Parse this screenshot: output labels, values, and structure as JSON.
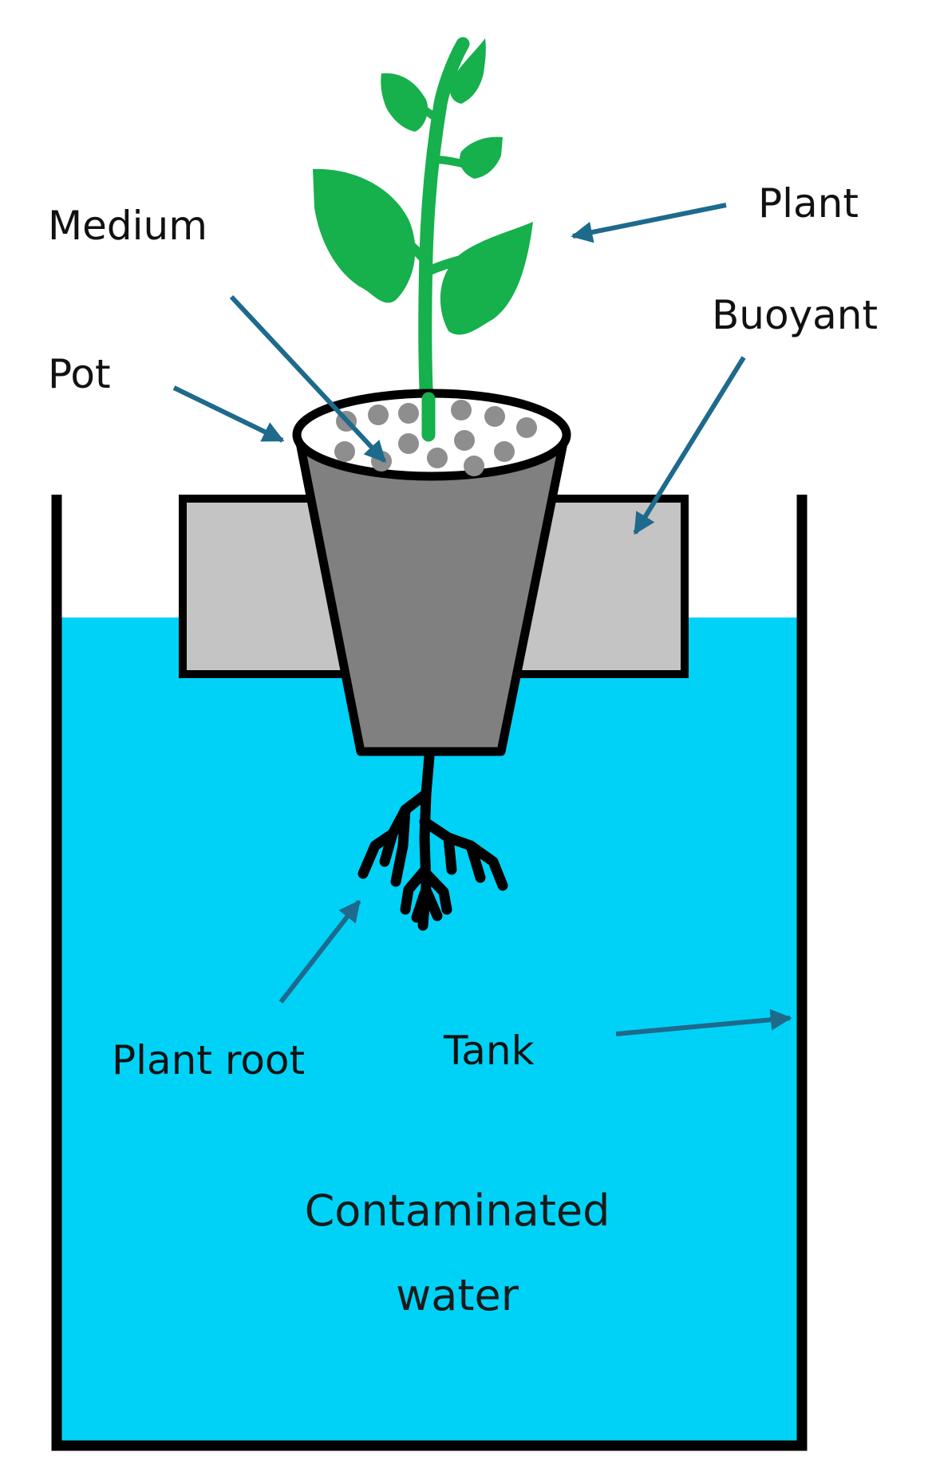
{
  "labels": {
    "medium": "Medium",
    "plant": "Plant",
    "buoyant": "Buoyant",
    "pot": "Pot",
    "plant_root": "Plant root",
    "tank": "Tank",
    "contaminated_line1": "Contaminated",
    "contaminated_line2": "water"
  },
  "colors": {
    "water": "#00d2f7",
    "buoyant": "#c4c4c4",
    "pot": "#808080",
    "plant": "#16b04c",
    "arrow": "#1d6a8c",
    "outline": "#000000",
    "medium_dots": "#8e8e8e"
  }
}
